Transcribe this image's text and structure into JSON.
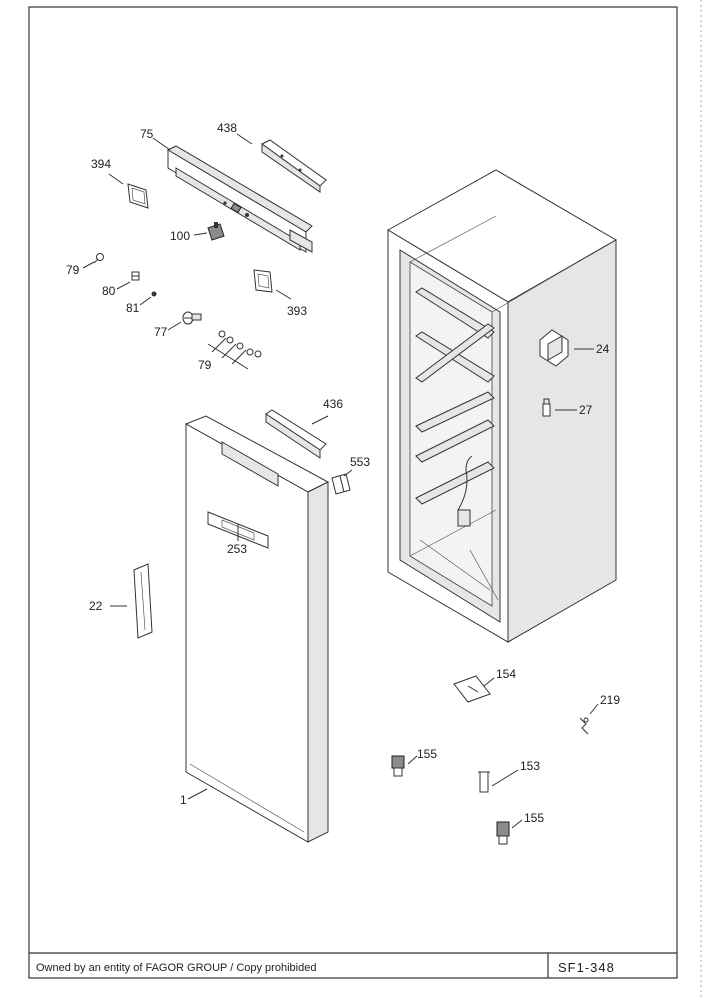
{
  "footer": {
    "ownership": "Owned by an entity of FAGOR GROUP / Copy prohibided",
    "code": "SF1-348"
  },
  "callouts": {
    "c75": "75",
    "c438": "438",
    "c394": "394",
    "c100": "100",
    "c79a": "79",
    "c80": "80",
    "c81": "81",
    "c77": "77",
    "c79b": "79",
    "c393": "393",
    "c24": "24",
    "c27": "27",
    "c436": "436",
    "c553": "553",
    "c253": "253",
    "c22": "22",
    "c1": "1",
    "c154": "154",
    "c219": "219",
    "c155a": "155",
    "c153": "153",
    "c155b": "155"
  }
}
